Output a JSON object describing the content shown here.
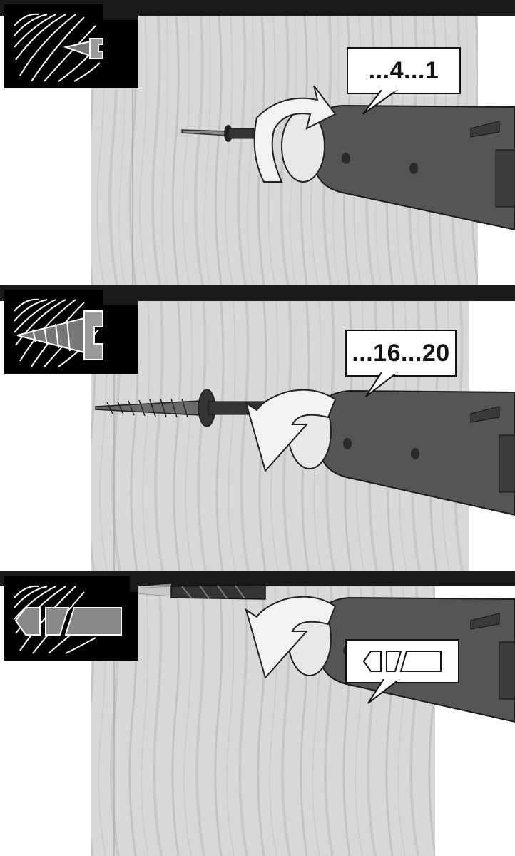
{
  "panels": [
    {
      "id": "panel-1",
      "mode_icon": "wood-small-screw-icon",
      "callout_text": "...4...1",
      "rotation": "clockwise",
      "tool": "screwdriver-bit"
    },
    {
      "id": "panel-2",
      "mode_icon": "wood-large-screw-icon",
      "callout_text": "...16...20",
      "rotation": "counterclockwise",
      "tool": "wood-screw"
    },
    {
      "id": "panel-3",
      "mode_icon": "wood-drill-icon",
      "callout_text": "",
      "callout_icon": "drill-mode-symbol-icon",
      "rotation": "counterclockwise",
      "tool": "drill-bit"
    }
  ],
  "colors": {
    "bar": "#1a1a1a",
    "wood": "#d9d9d9",
    "wood_grain": "#c4c4c4",
    "tool_body": "#555555",
    "arrow": "#f2f2f2"
  }
}
